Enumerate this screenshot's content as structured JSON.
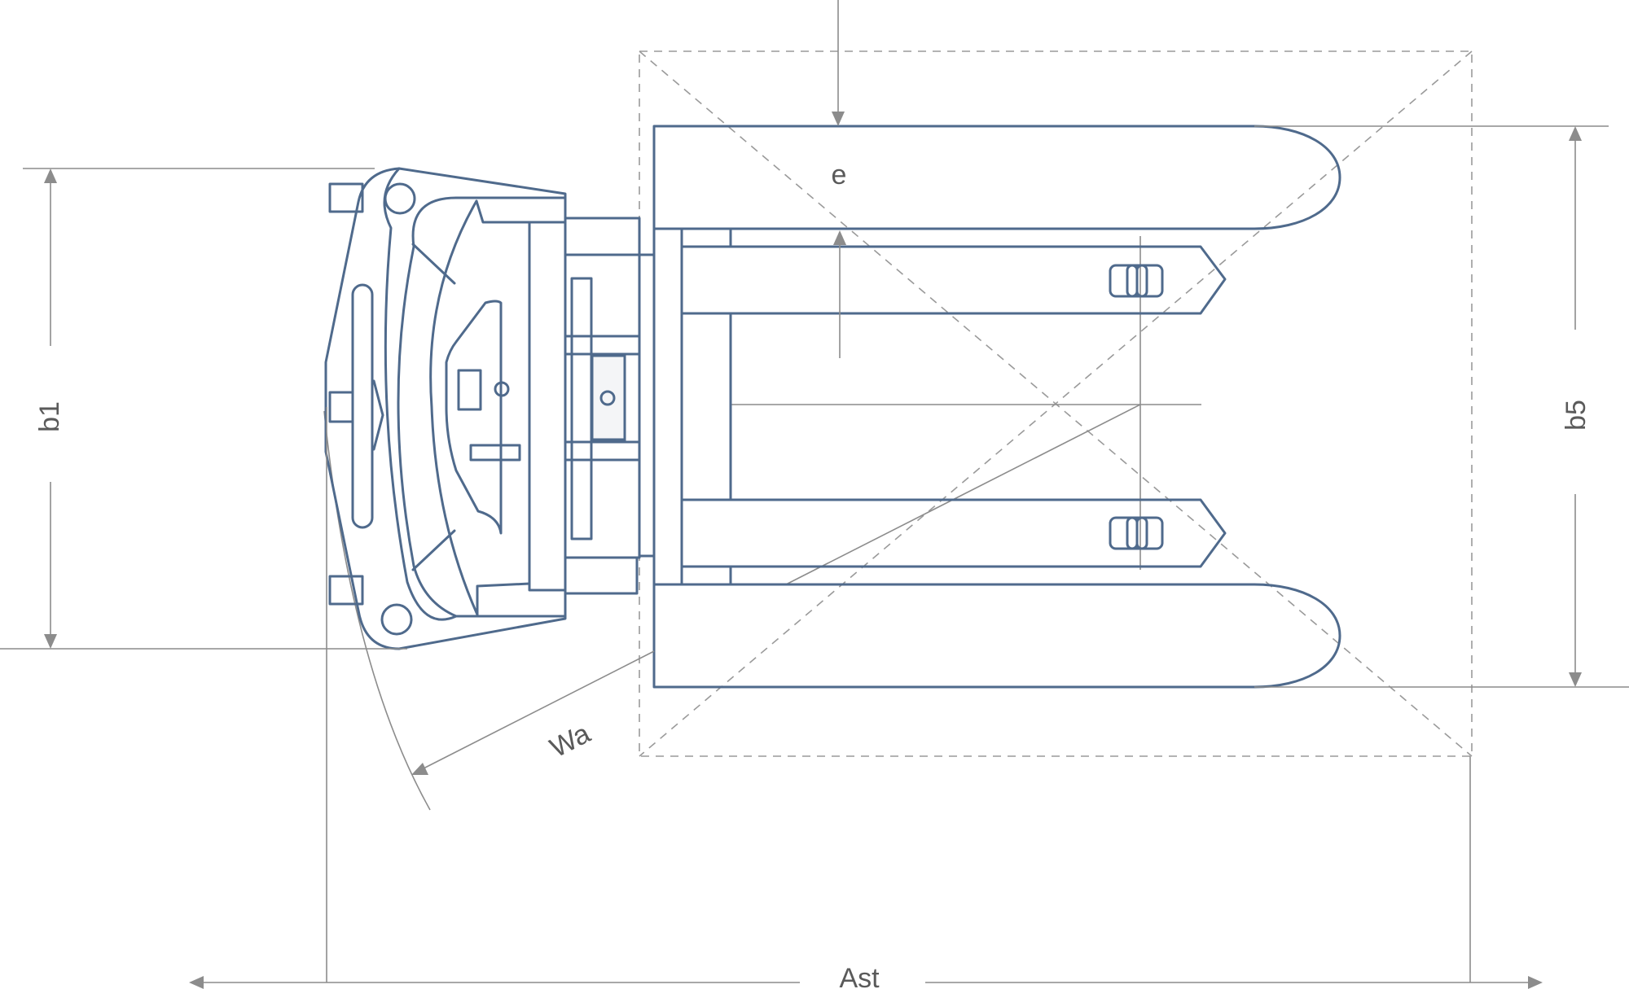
{
  "labels": {
    "e": "e",
    "b1": "b1",
    "b5": "b5",
    "wa": "Wa",
    "ast": "Ast"
  },
  "colors": {
    "truck_outline": "#4f6a8c",
    "dimension_line": "#8c8c8c",
    "label_text": "#5a5a5a"
  }
}
